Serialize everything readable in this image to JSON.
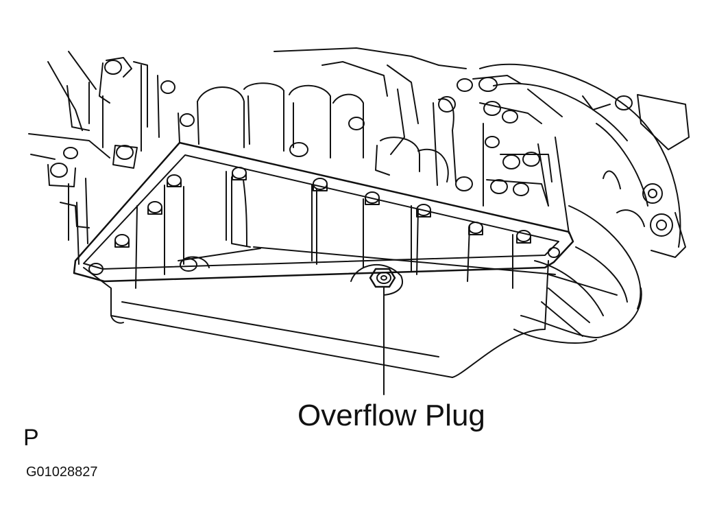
{
  "diagram": {
    "subject": "transmission-oil-pan-underside",
    "callouts": [
      {
        "label": "Overflow Plug",
        "target": "overflow-plug"
      }
    ],
    "view_letter": "P",
    "figure_code": "G01028827",
    "colors": {
      "line": "#111111",
      "background": "#ffffff"
    }
  }
}
